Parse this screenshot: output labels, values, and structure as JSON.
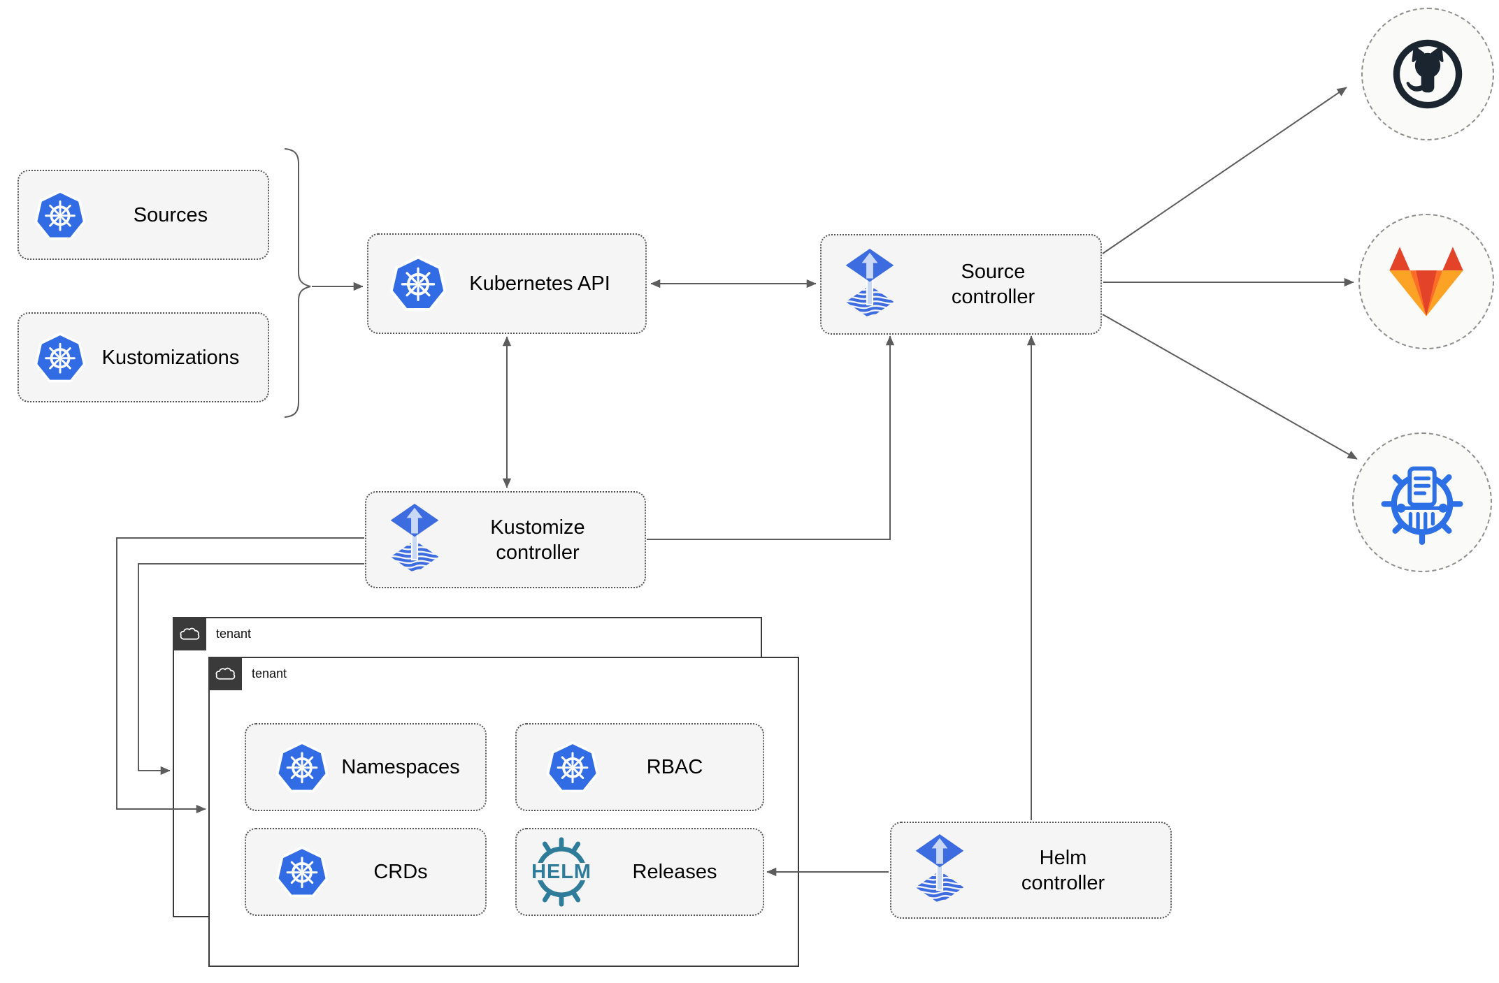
{
  "nodes": {
    "sources": {
      "label": "Sources",
      "icon": "kubernetes-icon"
    },
    "kustomizations": {
      "label": "Kustomizations",
      "icon": "kubernetes-icon"
    },
    "kubernetes_api": {
      "label": "Kubernetes API",
      "icon": "kubernetes-icon"
    },
    "source_controller": {
      "label": "Source\ncontroller",
      "icon": "flux-icon"
    },
    "kustomize_controller": {
      "label": "Kustomize\ncontroller",
      "icon": "flux-icon"
    },
    "helm_controller": {
      "label": "Helm\ncontroller",
      "icon": "flux-icon"
    },
    "namespaces": {
      "label": "Namespaces",
      "icon": "kubernetes-icon"
    },
    "rbac": {
      "label": "RBAC",
      "icon": "kubernetes-icon"
    },
    "crds": {
      "label": "CRDs",
      "icon": "kubernetes-icon"
    },
    "releases": {
      "label": "Releases",
      "icon": "helm-icon"
    }
  },
  "containers": {
    "tenant_back": {
      "label": "tenant",
      "icon": "cloud-icon"
    },
    "tenant_front": {
      "label": "tenant",
      "icon": "cloud-icon"
    }
  },
  "endpoints": {
    "github": {
      "icon": "github-icon"
    },
    "gitlab": {
      "icon": "gitlab-icon"
    },
    "helm_repository": {
      "icon": "chartmuseum-icon"
    }
  },
  "logo_text": {
    "helm": "HELM"
  },
  "edges": [
    {
      "from": "sources+kustomizations",
      "to": "kubernetes_api",
      "type": "arrow"
    },
    {
      "from": "kubernetes_api",
      "to": "source_controller",
      "type": "double-arrow"
    },
    {
      "from": "kubernetes_api",
      "to": "kustomize_controller",
      "type": "double-arrow"
    },
    {
      "from": "kustomize_controller",
      "to": "source_controller",
      "type": "arrow"
    },
    {
      "from": "kustomize_controller",
      "to": "tenant_front",
      "type": "arrow"
    },
    {
      "from": "kustomize_controller",
      "to": "tenant_back",
      "type": "arrow"
    },
    {
      "from": "helm_controller",
      "to": "source_controller",
      "type": "arrow"
    },
    {
      "from": "helm_controller",
      "to": "releases",
      "type": "arrow"
    },
    {
      "from": "source_controller",
      "to": "github",
      "type": "arrow"
    },
    {
      "from": "source_controller",
      "to": "gitlab",
      "type": "arrow"
    },
    {
      "from": "source_controller",
      "to": "helm_repository",
      "type": "arrow"
    }
  ],
  "colors": {
    "kubernetes_blue": "#326CE5",
    "flux_blue": "#3D6CE0",
    "flux_arrow_light": "#C9D8F4",
    "helm_teal": "#2E7C99",
    "github_dark": "#1B2530",
    "gitlab_red_orange": "#E24329",
    "gitlab_orange": "#FC6D26",
    "gitlab_yellow_orange": "#FCA326",
    "registry_blue": "#2D6FE4",
    "connector_gray": "#5C5C5C",
    "node_fill": "#F5F5F5",
    "tenant_tab_dark": "#3A3A3A"
  }
}
